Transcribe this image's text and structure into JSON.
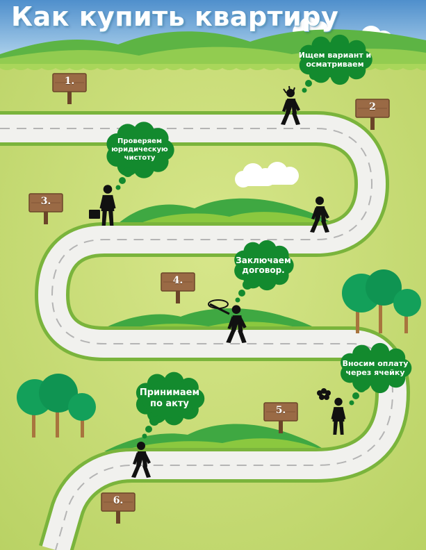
{
  "title": "Как купить квартиру",
  "steps": [
    {
      "number": "1.",
      "text": ""
    },
    {
      "number": "2",
      "text": "Ищем вариант и осматриваем"
    },
    {
      "number": "3.",
      "text": "Проверяем юридическую чистоту"
    },
    {
      "number": "4.",
      "text": "Заключаем договор."
    },
    {
      "number": "5.",
      "text": "Вносим оплату через ячейку"
    },
    {
      "number": "6.",
      "text": "Принимаем по акту"
    }
  ],
  "colors": {
    "background": "#cfe07a",
    "road": "#f1f1ee",
    "road_edge": "#7ab43c",
    "road_dash": "#b4b4b4",
    "hill_dark": "#3fa842",
    "hill_light": "#8bc83f",
    "bubble": "#138a2e",
    "sign": "#9a6a45",
    "sign_post": "#6b4429",
    "tree_canopy": "#13a05a",
    "tree_trunk": "#a8743e",
    "sky": "#5b9ad2",
    "person": "#111111"
  }
}
